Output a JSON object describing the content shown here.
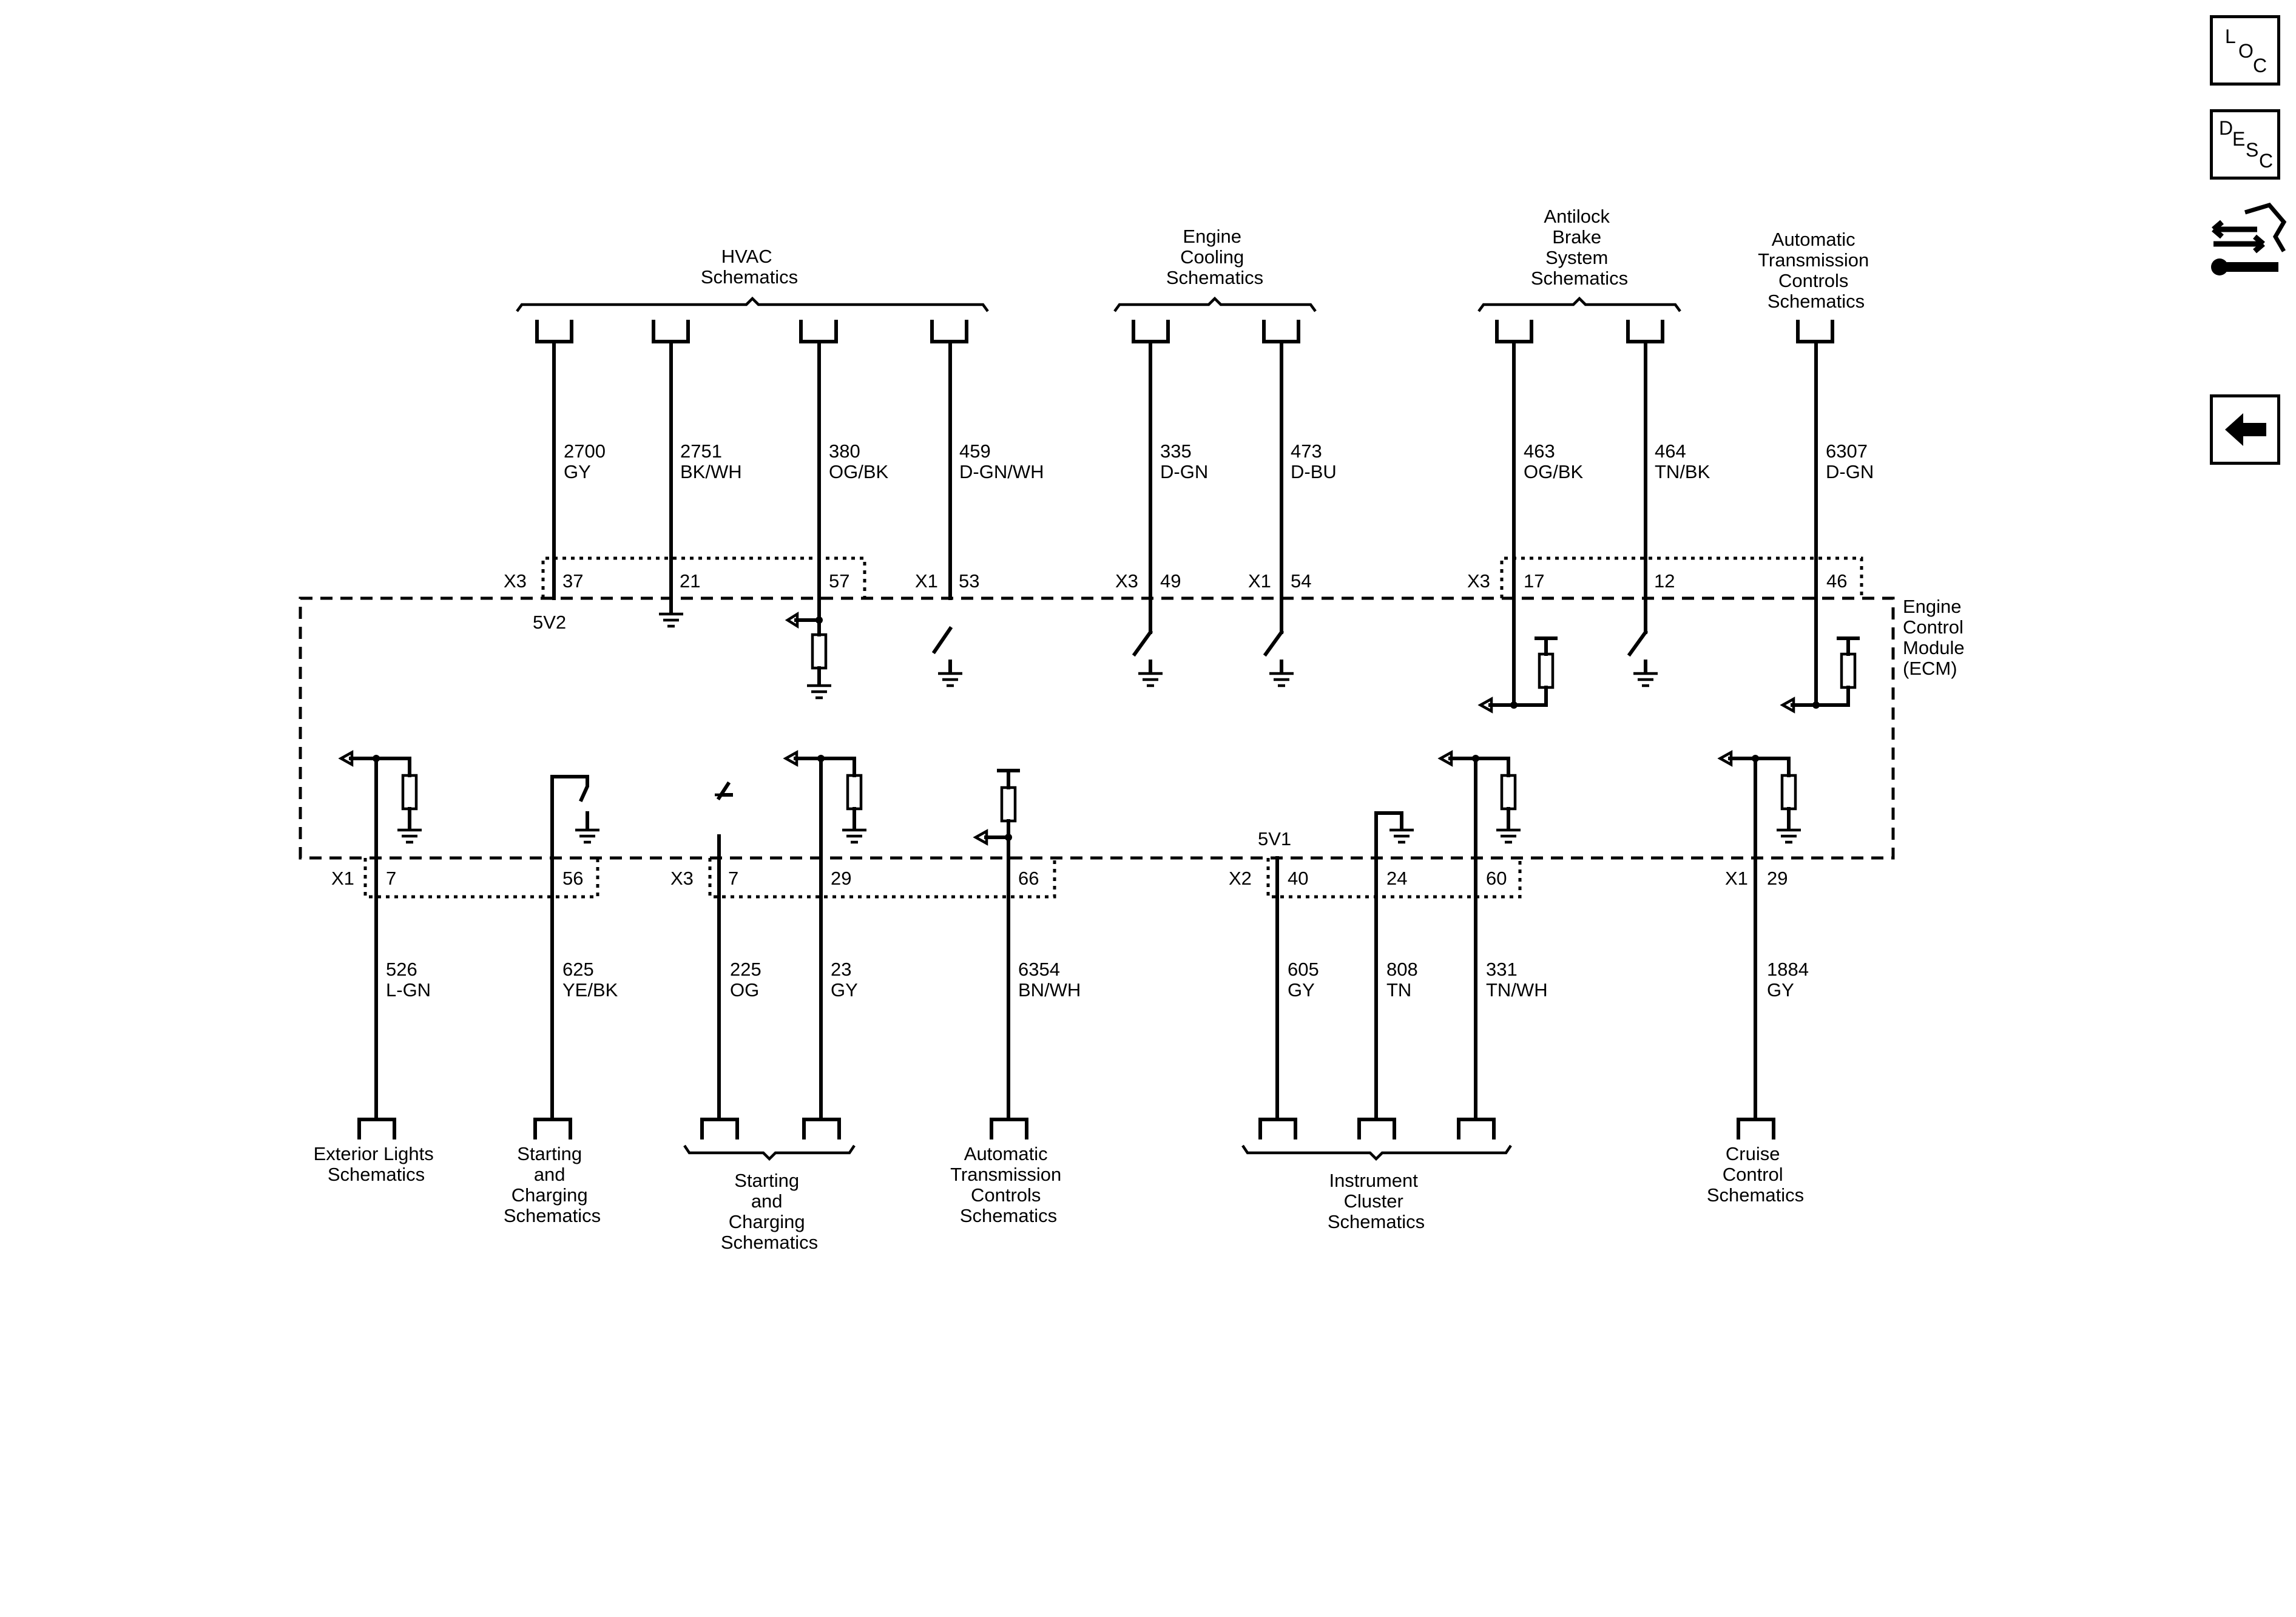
{
  "nav": {
    "loc": [
      "L",
      "O",
      "C"
    ],
    "desc": [
      "D",
      "E",
      "S",
      "C"
    ]
  },
  "module": {
    "label": [
      "Engine",
      "Control",
      "Module",
      "(ECM)"
    ],
    "v5_1": "5V2",
    "v5_2": "5V1"
  },
  "top_groups": [
    {
      "label": [
        "HVAC",
        "Schematics"
      ]
    },
    {
      "label": [
        "Engine",
        "Cooling",
        "Schematics"
      ]
    },
    {
      "label": [
        "Antilock",
        "Brake",
        "System",
        "Schematics"
      ]
    },
    {
      "label": [
        "Automatic",
        "Transmission",
        "Controls",
        "Schematics"
      ]
    }
  ],
  "top_connectors": [
    {
      "name": "X3",
      "pins": [
        "37",
        "21",
        "57"
      ]
    },
    {
      "name": "X1",
      "pins": [
        "53"
      ]
    },
    {
      "name": "X3",
      "pins": [
        "49"
      ]
    },
    {
      "name": "X1",
      "pins": [
        "54"
      ]
    },
    {
      "name": "X3",
      "pins": [
        "17",
        "12",
        "46"
      ]
    }
  ],
  "top_wires": [
    {
      "circuit": "2700",
      "color": "GY"
    },
    {
      "circuit": "2751",
      "color": "BK/WH"
    },
    {
      "circuit": "380",
      "color": "OG/BK"
    },
    {
      "circuit": "459",
      "color": "D-GN/WH"
    },
    {
      "circuit": "335",
      "color": "D-GN"
    },
    {
      "circuit": "473",
      "color": "D-BU"
    },
    {
      "circuit": "463",
      "color": "OG/BK"
    },
    {
      "circuit": "464",
      "color": "TN/BK"
    },
    {
      "circuit": "6307",
      "color": "D-GN"
    }
  ],
  "bottom_connectors": [
    {
      "name": "X1",
      "pins": [
        "7",
        "56"
      ]
    },
    {
      "name": "X3",
      "pins": [
        "7",
        "29",
        "66"
      ]
    },
    {
      "name": "X2",
      "pins": [
        "40",
        "24",
        "60"
      ]
    },
    {
      "name": "X1",
      "pins": [
        "29"
      ]
    }
  ],
  "bottom_wires": [
    {
      "circuit": "526",
      "color": "L-GN"
    },
    {
      "circuit": "625",
      "color": "YE/BK"
    },
    {
      "circuit": "225",
      "color": "OG"
    },
    {
      "circuit": "23",
      "color": "GY"
    },
    {
      "circuit": "6354",
      "color": "BN/WH"
    },
    {
      "circuit": "605",
      "color": "GY"
    },
    {
      "circuit": "808",
      "color": "TN"
    },
    {
      "circuit": "331",
      "color": "TN/WH"
    },
    {
      "circuit": "1884",
      "color": "GY"
    }
  ],
  "bottom_groups": [
    {
      "label": [
        "Exterior Lights",
        "Schematics"
      ]
    },
    {
      "label": [
        "Starting",
        "and",
        "Charging",
        "Schematics"
      ]
    },
    {
      "label": [
        "Starting",
        "and",
        "Charging",
        "Schematics"
      ]
    },
    {
      "label": [
        "Automatic",
        "Transmission",
        "Controls",
        "Schematics"
      ]
    },
    {
      "label": [
        "Instrument",
        "Cluster",
        "Schematics"
      ]
    },
    {
      "label": [
        "Cruise",
        "Control",
        "Schematics"
      ]
    }
  ]
}
